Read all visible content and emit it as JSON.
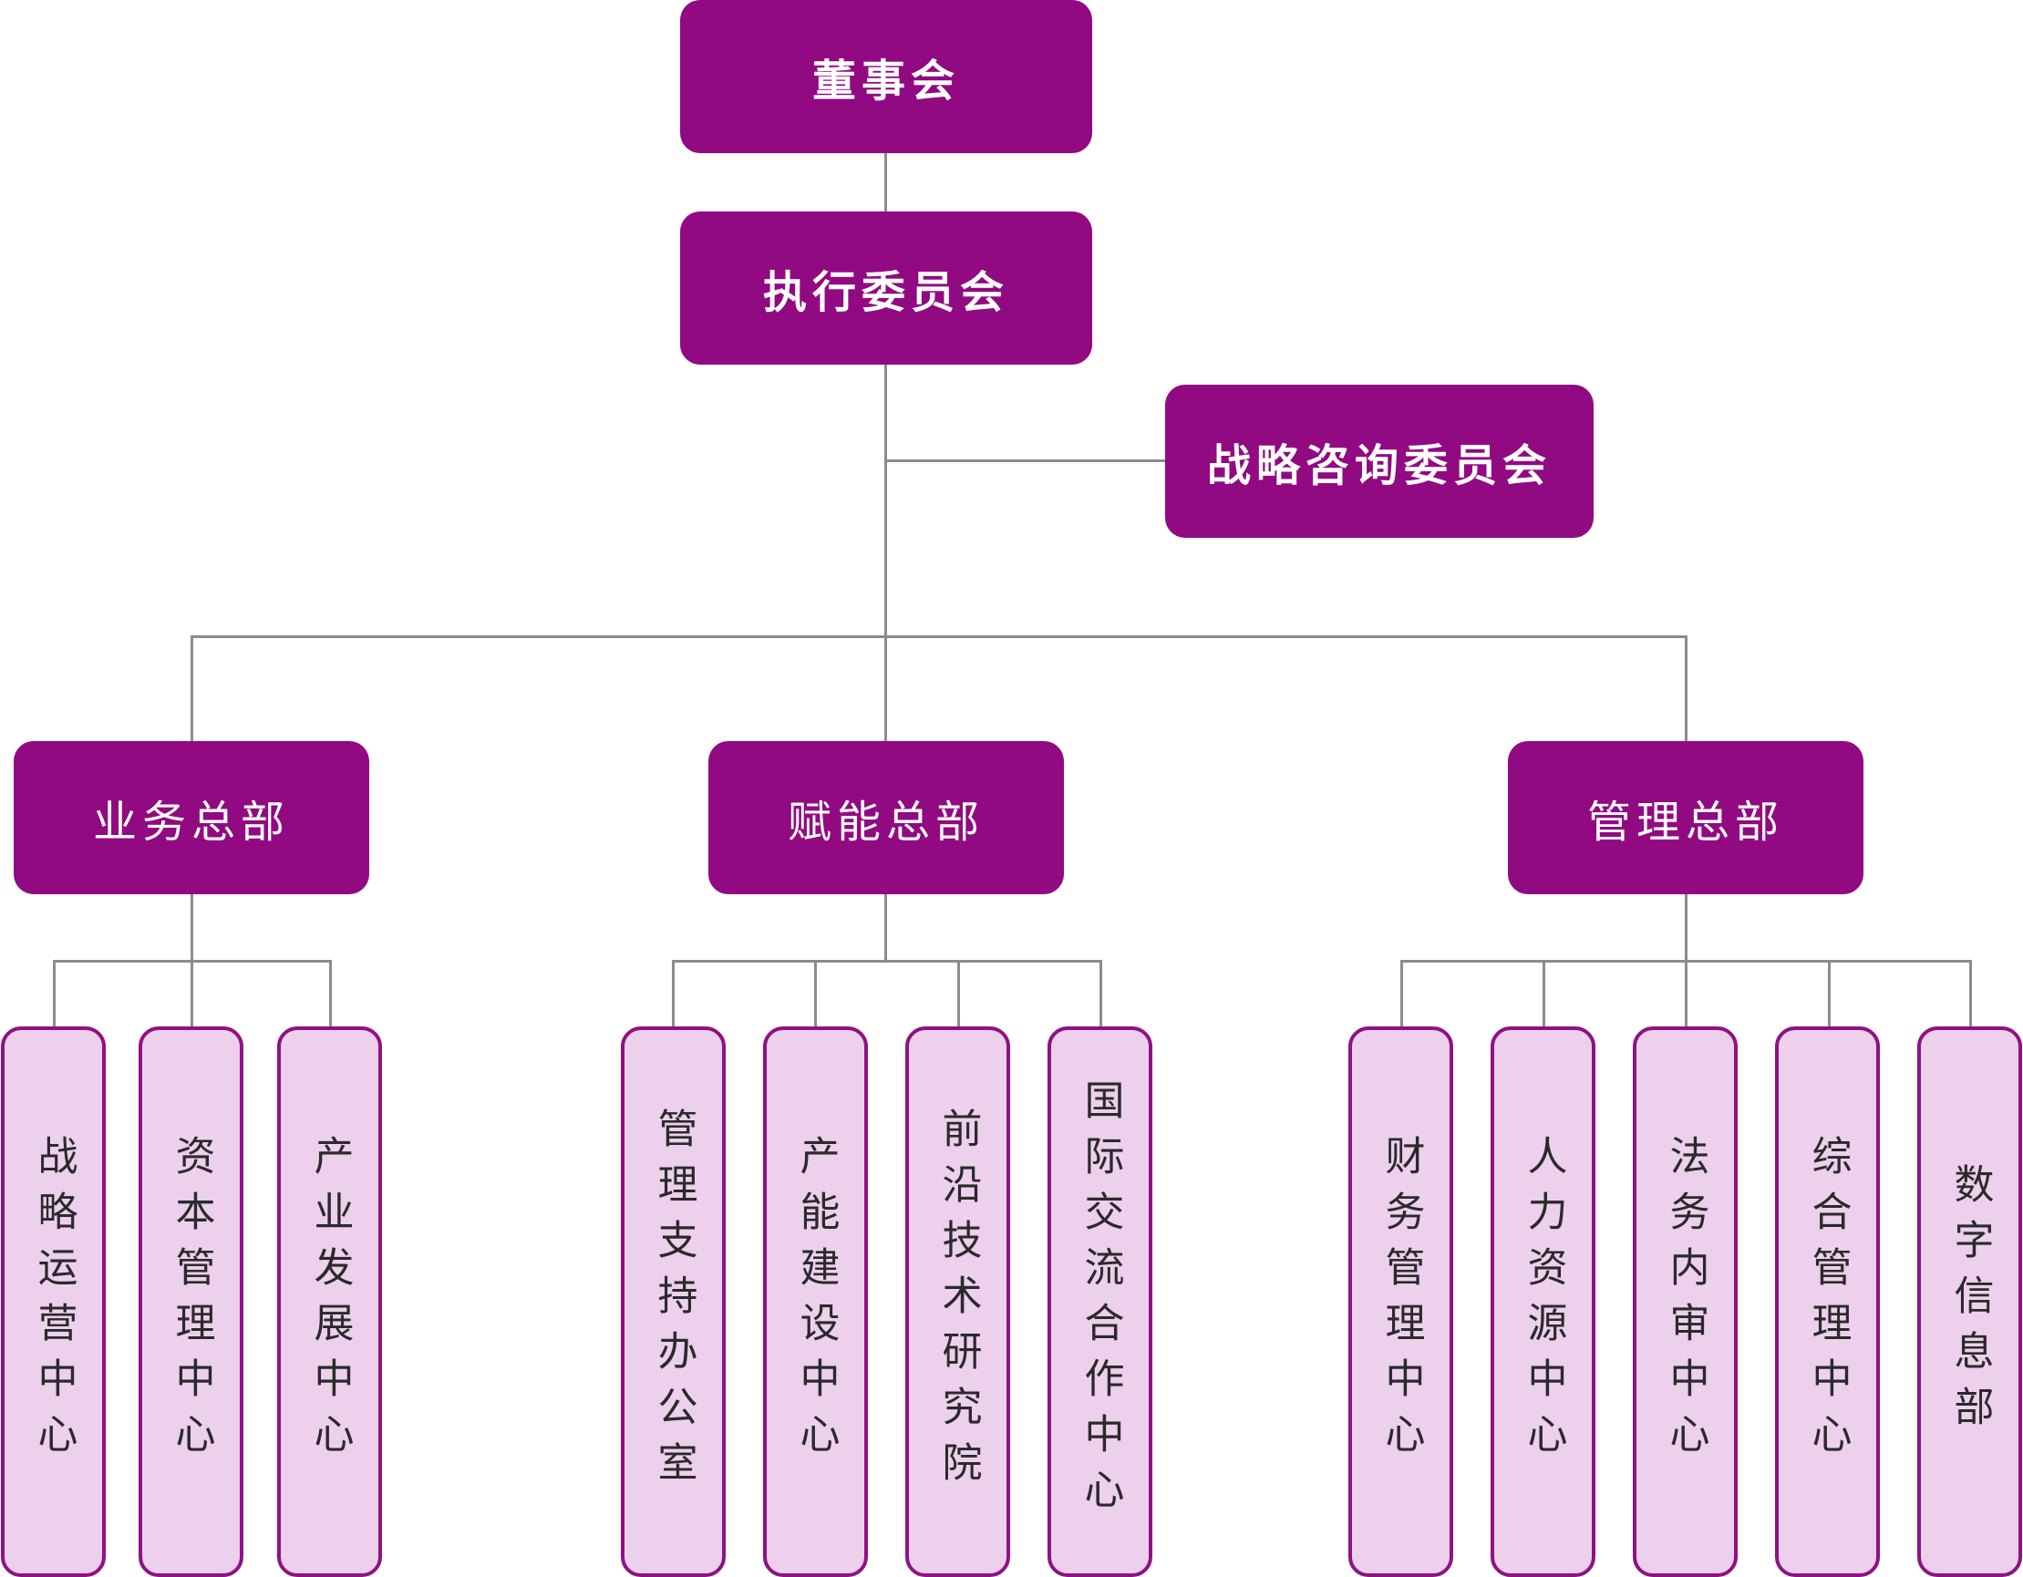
{
  "colors": {
    "top_box": "#910a82",
    "leaf_fill": "#ecd0ec",
    "leaf_border": "#8f1283",
    "connector": "#8c8c8c",
    "text_light": "#ffffff",
    "text_dark": "#2a2a2a"
  },
  "top": {
    "board": "董事会",
    "executive": "执行委员会",
    "advisory": "战略咨询委员会"
  },
  "divisions": [
    {
      "label": "业务总部",
      "units": [
        "战略运营中心",
        "资本管理中心",
        "产业发展中心"
      ]
    },
    {
      "label": "赋能总部",
      "units": [
        "管理支持办公室",
        "产能建设中心",
        "前沿技术研究院",
        "国际交流合作中心"
      ]
    },
    {
      "label": "管理总部",
      "units": [
        "财务管理中心",
        "人力资源中心",
        "法务内审中心",
        "综合管理中心",
        "数字信息部"
      ]
    }
  ]
}
